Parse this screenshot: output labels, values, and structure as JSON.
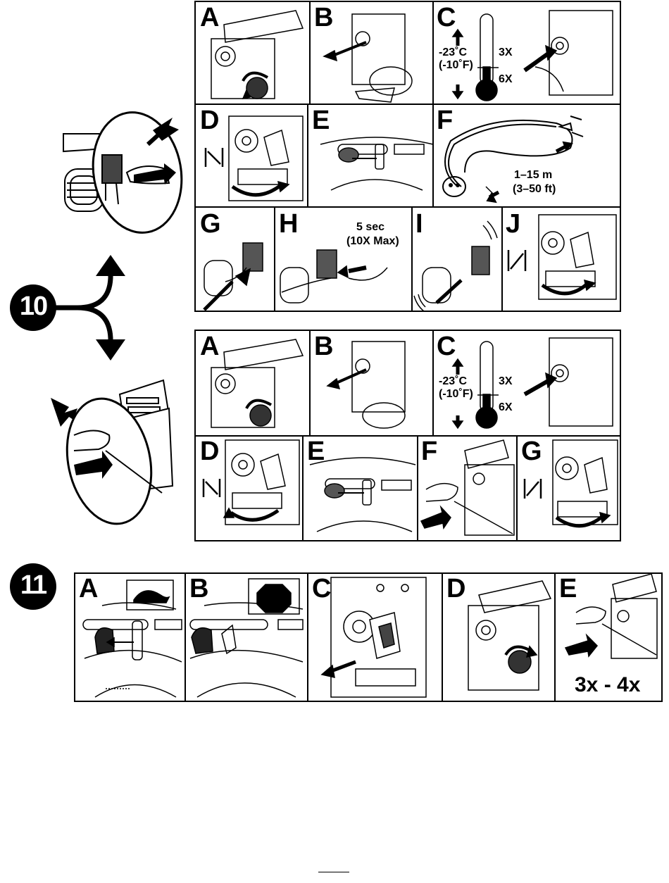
{
  "step10": {
    "number": "10",
    "electric_start": {
      "panels": [
        {
          "letter": "A"
        },
        {
          "letter": "B"
        },
        {
          "letter": "C",
          "temperature_c": "-23˚C",
          "temperature_f": "(-10˚F)",
          "warm_presses": "3X",
          "cold_presses": "6X"
        },
        {
          "letter": "D"
        },
        {
          "letter": "E"
        },
        {
          "letter": "F",
          "cord_length_m": "1–15 m",
          "cord_length_ft": "(3–50 ft)"
        },
        {
          "letter": "G"
        },
        {
          "letter": "H",
          "duration": "5 sec",
          "max_note": "(10X Max)"
        },
        {
          "letter": "I"
        },
        {
          "letter": "J"
        }
      ]
    },
    "recoil_start": {
      "panels": [
        {
          "letter": "A"
        },
        {
          "letter": "B"
        },
        {
          "letter": "C",
          "temperature_c": "-23˚C",
          "temperature_f": "(-10˚F)",
          "warm_presses": "3X",
          "cold_presses": "6X"
        },
        {
          "letter": "D"
        },
        {
          "letter": "E"
        },
        {
          "letter": "F"
        },
        {
          "letter": "G"
        }
      ]
    }
  },
  "step11": {
    "number": "11",
    "panels": [
      {
        "letter": "A",
        "symbol": "turtle-icon"
      },
      {
        "letter": "B",
        "symbol": "stop-octagon-icon"
      },
      {
        "letter": "C"
      },
      {
        "letter": "D"
      },
      {
        "letter": "E",
        "pull_count": "3x - 4x"
      }
    ]
  },
  "colors": {
    "ink": "#000000",
    "paper": "#ffffff",
    "shade": "#444444"
  }
}
